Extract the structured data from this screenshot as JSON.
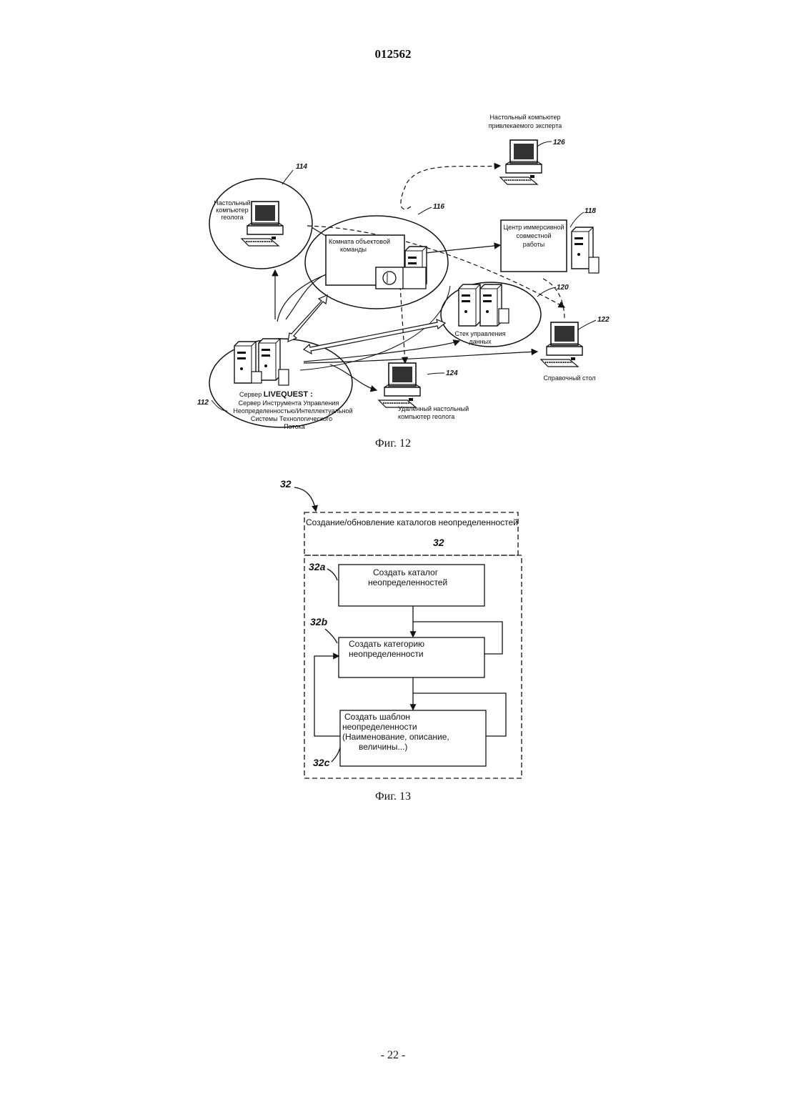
{
  "header": {
    "doc_number": "012562"
  },
  "fig12": {
    "caption": "Фиг. 12",
    "labels": {
      "expert_desktop_1": "Настольный компьютер",
      "expert_desktop_2": "привлекаемого эксперта",
      "geologist_desktop_1": "Настольный",
      "geologist_desktop_2": "компьютер",
      "geologist_desktop_3": "геолога",
      "team_room_1": "Комната объектовой",
      "team_room_2": "команды",
      "immersive_1": "Центр иммерсивной",
      "immersive_2": "совместной",
      "immersive_3": "работы",
      "data_stack_1": "Стек управления",
      "data_stack_2": "данных",
      "help_desk": "Справочный стол",
      "remote_1": "Удаленный настольный",
      "remote_2": "компьютер геолога",
      "server_1a": "Сервер ",
      "server_1b": "LIVEQUEST :",
      "server_2": "Сервер Инструмента Управления",
      "server_3": "Неопределенностью/Интеллектуальной",
      "server_4": "Системы Технологического",
      "server_5": "Потока"
    },
    "refs": {
      "r112": "112",
      "r114": "114",
      "r116": "116",
      "r118": "118",
      "r120": "120",
      "r122": "122",
      "r124": "124",
      "r126": "126"
    }
  },
  "fig13": {
    "caption": "Фиг. 13",
    "ref_top": "32",
    "header_text": "Создание/обновление каталогов неопределенностей",
    "header_ref": "32",
    "box_a": {
      "ref": "32a",
      "line1": "Создать каталог",
      "line2": "неопределенностей"
    },
    "box_b": {
      "ref": "32b",
      "line1": "Создать категорию",
      "line2": "неопределенности"
    },
    "box_c": {
      "ref": "32c",
      "line1": "Создать шаблон",
      "line2": "неопределенности",
      "line3": "(Наименование, описание,",
      "line4": "величины...)"
    }
  },
  "footer": {
    "page_number": "- 22 -"
  }
}
